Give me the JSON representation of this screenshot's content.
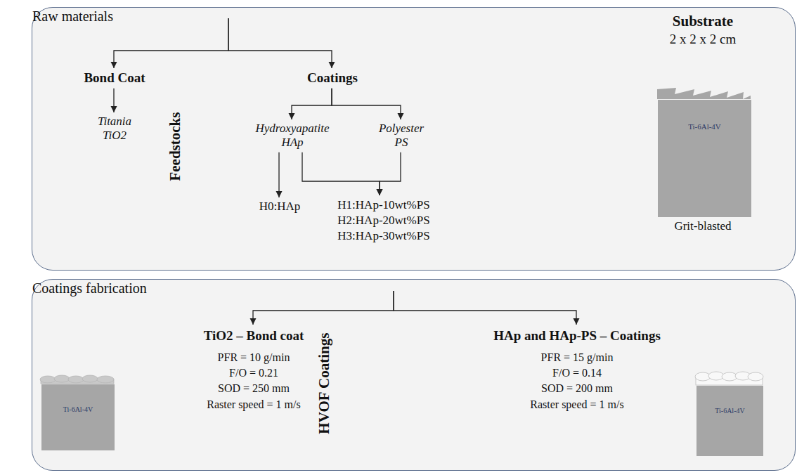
{
  "diagram": {
    "nodes": [
      {
        "text": [
          "Raw materials"
        ]
      },
      {
        "text": [
          "Feedstocks"
        ],
        "in": 0
      },
      {
        "text": [
          "Bond Coat"
        ],
        "in": 0
      },
      {
        "text": [
          "Coatings"
        ],
        "in": 0
      },
      {
        "text": [
          "Titania TiO2"
        ],
        "in": 0
      },
      {
        "text": [
          "Hydroxyapatite HAp"
        ],
        "in": 0
      },
      {
        "text": [
          "Polyester PS"
        ],
        "in": 0
      },
      {
        "text": [
          "H0:HAp"
        ],
        "in": 0
      },
      {
        "text": [
          "H1:HAp-10wt%PS",
          "H2:HAp-20wt%PS",
          "H3:HAp-30wt%PS"
        ],
        "in": 0
      },
      {
        "text": [
          "Ti-6Al-4V"
        ],
        "in": 0
      },
      {
        "text": [
          "Coatings fabrication"
        ]
      },
      {
        "text": [
          "HVOF Coatings"
        ],
        "in": 10
      },
      {
        "text": [
          "TiO2 – Bond coat",
          "PFR = 10 g/min",
          "F/O = 0.21",
          "SOD = 250 mm",
          "Raster speed = 1 m/s"
        ],
        "in": 10
      },
      {
        "text": [
          "HAp and HAp-PS – Coatings",
          "PFR = 15 g/min",
          "F/O = 0.14",
          "SOD = 200 mm",
          "Raster speed = 1 m/s"
        ],
        "in": 10
      },
      {
        "text": [
          "Ti-6Al-4V"
        ],
        "in": 10
      },
      {
        "text": [
          "Ti-6Al-4V"
        ],
        "in": 10
      }
    ],
    "edges": [
      {
        "from": 1,
        "to": 2,
        "arrow": "to"
      },
      {
        "from": 1,
        "to": 3,
        "arrow": "to"
      },
      {
        "from": 2,
        "to": 4,
        "arrow": "to"
      },
      {
        "from": 3,
        "to": 5,
        "arrow": "to"
      },
      {
        "from": 3,
        "to": 6,
        "arrow": "to"
      },
      {
        "from": 5,
        "to": 7,
        "arrow": "to"
      },
      {
        "from": 5,
        "to": 8,
        "arrow": "to"
      },
      {
        "from": 6,
        "to": 8,
        "arrow": "to"
      },
      {
        "from": 11,
        "to": 12,
        "arrow": "to"
      },
      {
        "from": 11,
        "to": 13,
        "arrow": "to"
      }
    ],
    "labels": [
      "Substrate",
      "2 x 2 x 2 cm",
      "Grit-blasted"
    ]
  }
}
